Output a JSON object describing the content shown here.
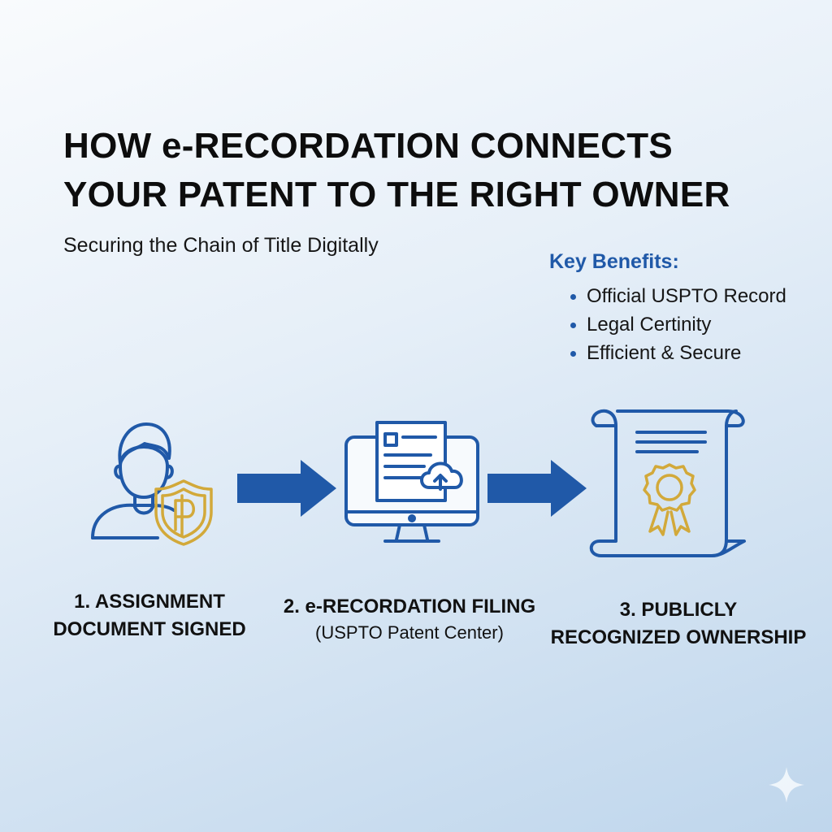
{
  "title": {
    "line1": "HOW e-RECORDATION CONNECTS",
    "line2": "YOUR PATENT TO THE RIGHT OWNER"
  },
  "subtitle": "Securing the Chain of Title Digitally",
  "benefits": {
    "heading": "Key Benefits:",
    "items": [
      "Official USPTO Record",
      "Legal Certinity",
      "Efficient & Secure"
    ]
  },
  "steps": [
    {
      "icon": "person-with-shield-icon",
      "line1": "1. ASSIGNMENT",
      "line2": "DOCUMENT SIGNED"
    },
    {
      "icon": "computer-upload-icon",
      "line1": "2. e-RECORDATION FILING",
      "line2": "(USPTO Patent Center)"
    },
    {
      "icon": "certificate-scroll-icon",
      "line1": "3. PUBLICLY",
      "line2": "RECOGNIZED OWNERSHIP"
    }
  ],
  "colors": {
    "primary_blue": "#2059a8",
    "gold": "#d2a93a",
    "text": "#111111"
  }
}
